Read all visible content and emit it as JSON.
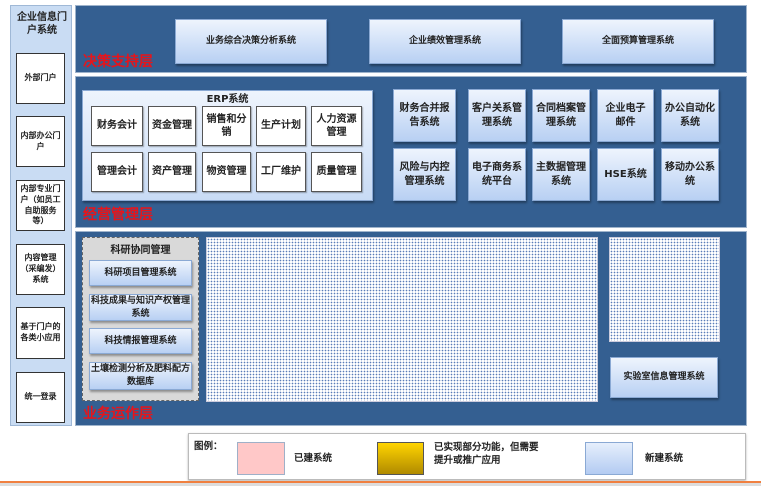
{
  "portal": {
    "title": "企业信息门户系统",
    "items": [
      "外部门户",
      "内部办公门户",
      "内部专业门户（如员工自助服务等）",
      "内容管理（采编发）系统",
      "基于门户的各类小应用",
      "统一登录"
    ]
  },
  "decision_layer": {
    "label": "决策支持层",
    "systems": [
      "业务综合决策分析系统",
      "企业绩效管理系统",
      "全面预算管理系统"
    ]
  },
  "operation_layer": {
    "label": "经营管理层",
    "erp": {
      "title": "ERP系统",
      "modules": [
        "财务会计",
        "资金管理",
        "销售和分销",
        "生产计划",
        "人力资源管理",
        "管理会计",
        "资产管理",
        "物资管理",
        "工厂维护",
        "质量管理"
      ]
    },
    "systems": [
      "财务合并报告系统",
      "客户关系管理系统",
      "合同档案管理系统",
      "企业电子邮件",
      "办公自动化系统",
      "风险与内控管理系统",
      "电子商务系统平台",
      "主数据管理系统",
      "HSE系统",
      "移动办公系统"
    ]
  },
  "business_layer": {
    "label": "业务运作层",
    "research": {
      "title": "科研协同管理",
      "systems": [
        "科研项目管理系统",
        "科技成果与知识产权管理系统",
        "科技情报管理系统",
        "土壤检测分析及肥料配方数据库"
      ]
    },
    "lab_system": "实验室信息管理系统"
  },
  "legend": {
    "title": "图例：",
    "items": [
      {
        "label": "已建系统",
        "color": "#ffc8c8"
      },
      {
        "label": "已实现部分功能，但需要提升或推广应用",
        "color": "#e0b400"
      },
      {
        "label": "新建系统",
        "color": "#c2d6f5"
      }
    ]
  }
}
